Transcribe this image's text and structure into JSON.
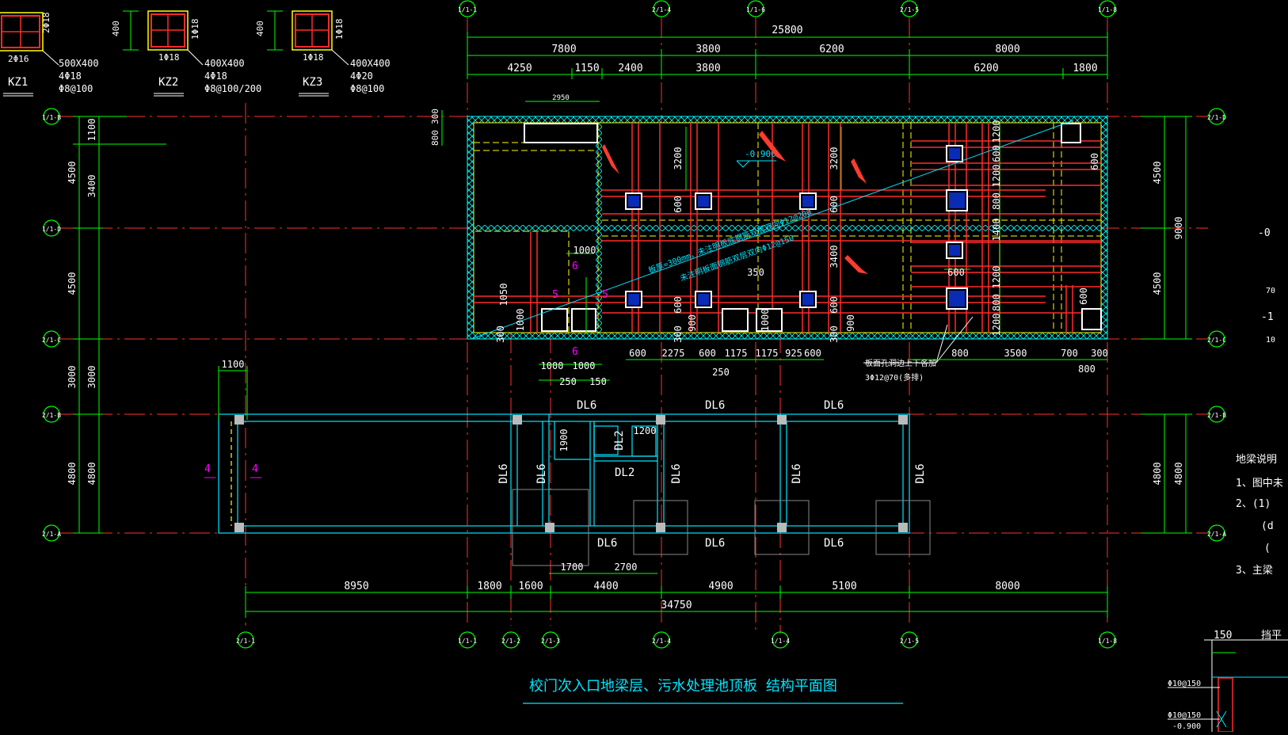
{
  "colors": {
    "bg": "#000000",
    "dim": "#00ff00",
    "axis": "#ff3030",
    "beam": "#00e5ff",
    "rebar": "#ff2a2a",
    "yellow": "#ffff00",
    "hatch": "#00ffff",
    "text": "#ffffff",
    "magenta": "#ff00ff",
    "arrow": "#ff3b30"
  },
  "column_schedule": [
    {
      "name": "KZ1",
      "size": "500X400",
      "main": "4Φ18",
      "stirrup": "Φ8@100",
      "side": "2Φ18",
      "bottom": "2Φ16",
      "height": ""
    },
    {
      "name": "KZ2",
      "size": "400X400",
      "main": "4Φ18",
      "stirrup": "Φ8@100/200",
      "side": "1Φ18",
      "bottom": "1Φ18",
      "height": "400"
    },
    {
      "name": "KZ3",
      "size": "400X400",
      "main": "4Φ20",
      "stirrup": "Φ8@100",
      "side": "1Φ18",
      "bottom": "1Φ18",
      "height": "400"
    }
  ],
  "axes": {
    "top": [
      "1/1-1",
      "2/1-4",
      "1/1-6",
      "2/1-5",
      "1/1-8"
    ],
    "bottom": [
      "2/1-1",
      "1/1-1",
      "2/1-2",
      "2/1-3",
      "2/1-4",
      "1/1-4",
      "2/1-5",
      "1/1-8"
    ],
    "left": [
      "1/1-B",
      "1/1-D",
      "2/1-C",
      "2/1-B",
      "2/1-A"
    ],
    "right": [
      "2/1-D",
      "2/1-C",
      "2/1-B",
      "2/1-A"
    ]
  },
  "dims_top": {
    "overall": "25800",
    "row1": [
      "7800",
      "3800",
      "6200",
      "8000"
    ],
    "row2": [
      "4250",
      "1150",
      "2400",
      "3800",
      "6200",
      "1800"
    ],
    "small": "2950"
  },
  "dims_left": [
    "1100",
    "4500",
    "3400",
    "4500",
    "3000",
    "3000",
    "4800",
    "4800",
    "300",
    "800"
  ],
  "dims_right": [
    "4500",
    "9000",
    "4500",
    "4800",
    "4800"
  ],
  "tank_labels": {
    "elev": "-0.900",
    "note1": "板厚=300mm，未注明板底钢筋双层双向Φ12@200",
    "note2": "未注明板面钢筋双层双向Φ12@150",
    "dims_inner": [
      "3200",
      "3200",
      "600",
      "600",
      "600",
      "3400",
      "600",
      "600",
      "350",
      "1000",
      "1050",
      "1000",
      "900",
      "900",
      "1000",
      "1200",
      "600",
      "1200",
      "800",
      "1400",
      "1200",
      "800",
      "1200",
      "600",
      "600",
      "300",
      "300",
      "300"
    ],
    "dims_bottom": [
      "600",
      "2275",
      "600",
      "1175",
      "1175",
      "925",
      "600",
      "800",
      "3500",
      "700",
      "300",
      "800"
    ],
    "dims_bottom2": [
      "1000",
      "1000",
      "250",
      "150",
      "250"
    ],
    "callout": "板面孔洞边上下各加",
    "callout2": "3Φ12@70(多排)",
    "sections": [
      "5",
      "5",
      "6",
      "6"
    ]
  },
  "beam_labels": {
    "dl6": "DL6",
    "dl2": "DL2",
    "dims": [
      "1100",
      "1900",
      "1200",
      "1700",
      "2700"
    ],
    "sec4": "4"
  },
  "dims_bottom": {
    "row": [
      "8950",
      "1800",
      "1600",
      "4400",
      "4900",
      "5100",
      "8000"
    ],
    "overall": "34750"
  },
  "title": "校门次入口地梁层、污水处理池顶板 结构平面图",
  "right_notes": {
    "head": "地梁说明",
    "items": [
      "1、图中未",
      "2、(1)",
      "(d",
      "(",
      "3、主梁"
    ],
    "detail_dim": "150",
    "detail_title": "挡平",
    "detail_r1": "Φ10@150",
    "detail_r2": "Φ10@150",
    "detail_elev": "-0.900",
    "edge1": "-0",
    "edge2": "70",
    "edge3": "-1",
    "edge4": "10"
  }
}
